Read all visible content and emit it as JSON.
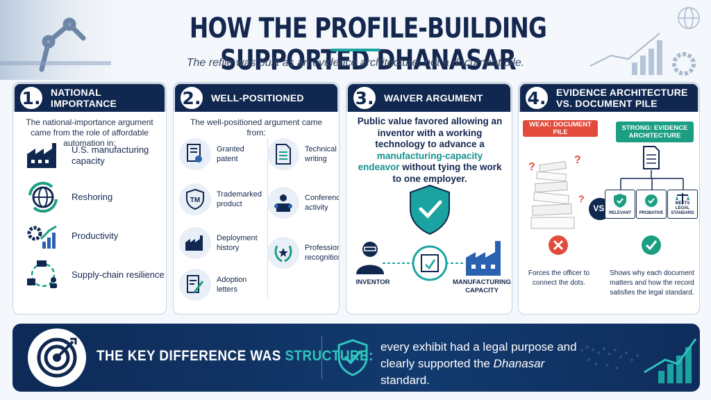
{
  "header": {
    "title": "HOW THE PROFILE-BUILDING SUPPORTED DHANASAR",
    "subtitle": "The refile was built as an evidence architecture, not a document pile."
  },
  "colors": {
    "navy": "#10274f",
    "teal": "#1aa3a0",
    "red": "#e24a3b",
    "green": "#1b9e82"
  },
  "panels": [
    {
      "number": "1.",
      "title": "NATIONAL IMPORTANCE",
      "intro": "The national-importance argument came from the role of affordable automation in:",
      "items": [
        {
          "label": "U.S. manufacturing capacity",
          "icon": "factory-icon"
        },
        {
          "label": "Reshoring",
          "icon": "reshoring-globe-icon"
        },
        {
          "label": "Productivity",
          "icon": "productivity-gear-chart-icon"
        },
        {
          "label": "Supply-chain resilience",
          "icon": "supply-chain-icon"
        }
      ]
    },
    {
      "number": "2.",
      "title": "WELL-POSITIONED",
      "intro": "The well-positioned argument came from:",
      "items": [
        {
          "label": "Granted patent",
          "icon": "patent-certificate-icon"
        },
        {
          "label": "Technical writing",
          "icon": "document-icon"
        },
        {
          "label": "Trademarked product",
          "icon": "trademark-shield-icon"
        },
        {
          "label": "Conference activity",
          "icon": "presenter-icon"
        },
        {
          "label": "Deployment history",
          "icon": "factory-icon"
        },
        {
          "label": "Professional recognition",
          "icon": "award-laurel-icon"
        },
        {
          "label": "Adoption letters",
          "icon": "letter-pen-icon"
        }
      ]
    },
    {
      "number": "3.",
      "title": "WAIVER ARGUMENT",
      "text_a": "Public value favored allowing an inventor with a working technology to advance a ",
      "text_hl": "manufacturing-capacity endeavor",
      "text_b": " without tying the work to one employer.",
      "inventor": "INVENTOR",
      "capacity": "MANUFACTURING CAPACITY"
    },
    {
      "number": "4.",
      "title": "EVIDENCE ARCHITECTURE VS. DOCUMENT PILE",
      "weak": "WEAK: DOCUMENT PILE",
      "strong": "STRONG: EVIDENCE ARCHITECTURE",
      "vs": "VS.",
      "weak_caption": "Forces the officer to connect the dots.",
      "strong_caption": "Shows why each document matters and how the record satisfies the legal standard.",
      "boxes": [
        "RELEVANT",
        "PROBATIVE",
        "MEETS LEGAL STANDARD"
      ]
    }
  ],
  "banner": {
    "lead": "THE KEY DIFFERENCE WAS ",
    "accent": "STRUCTURE:",
    "text_a": "every exhibit had a legal purpose and clearly supported the ",
    "text_em": "Dhanasar",
    "text_b": " standard."
  }
}
